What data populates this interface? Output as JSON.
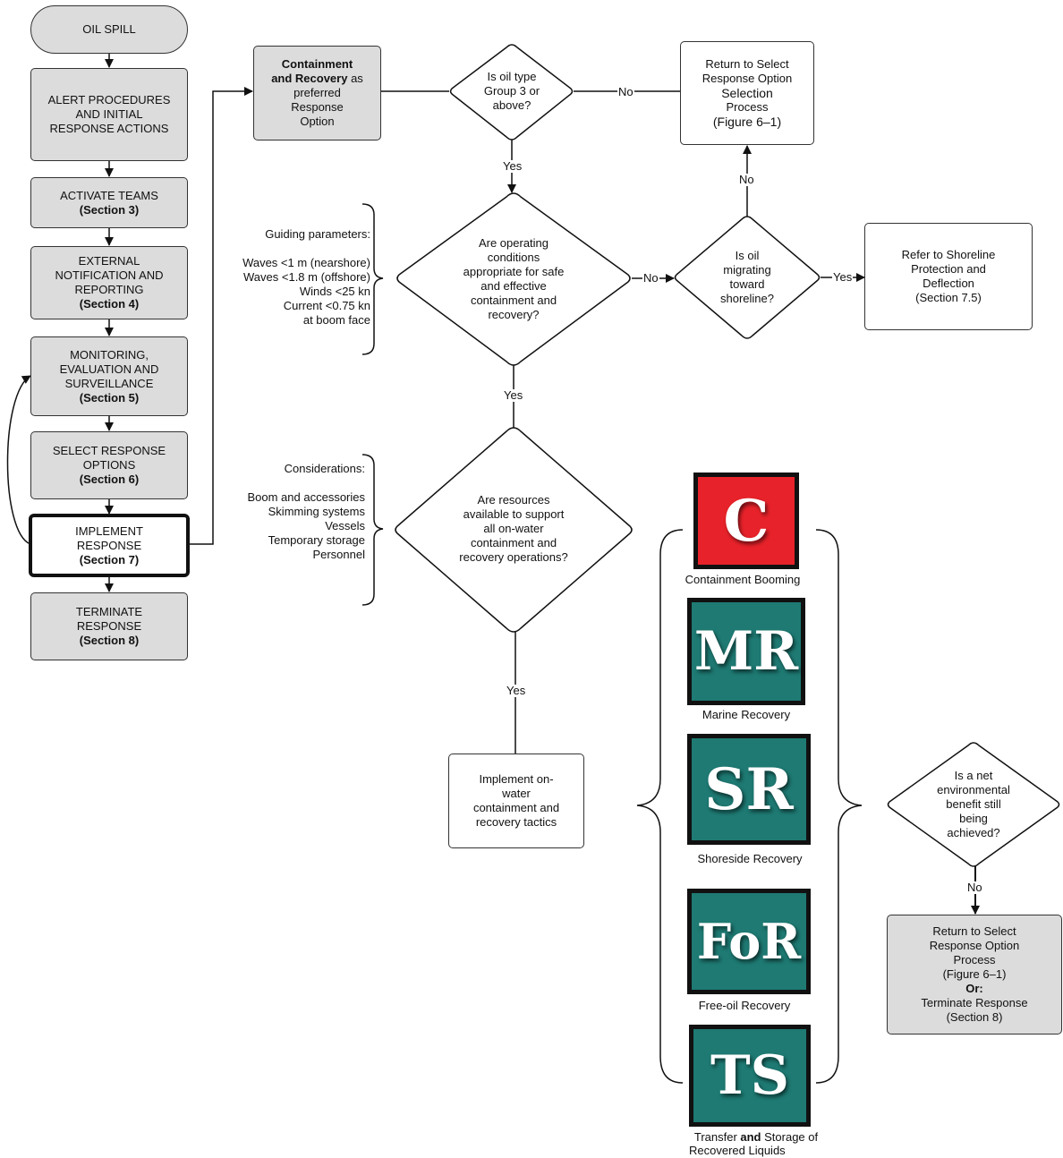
{
  "colors": {
    "grey_box": "#dcdcdc",
    "containment_red": "#e8222a",
    "teal": "#1e7a73"
  },
  "left_flow": {
    "oil_spill": "OIL SPILL",
    "alert": [
      "ALERT PROCEDURES",
      "AND  INITIAL",
      "RESPONSE ACTIONS"
    ],
    "activate": {
      "title": "ACTIVATE TEAMS",
      "section": "(Section 3)"
    },
    "external": {
      "lines": [
        "EXTERNAL",
        "NOTIFICATION AND",
        "REPORTING"
      ],
      "section": "(Section 4)"
    },
    "monitoring": {
      "lines": [
        "MONITORING,",
        "EVALUATION AND",
        "SURVEILLANCE"
      ],
      "section": "(Section 5)"
    },
    "select": {
      "lines": [
        "SELECT RESPONSE",
        "OPTIONS"
      ],
      "section": "(Section 6)"
    },
    "implement": {
      "lines": [
        "IMPLEMENT",
        "RESPONSE"
      ],
      "section": "(Section 7)"
    },
    "terminate": {
      "lines": [
        "TERMINATE",
        "RESPONSE"
      ],
      "section": "(Section 8)"
    }
  },
  "containment_box": {
    "bold1": "Containment",
    "bold2": "and Recovery",
    "rest2": " as",
    "lines": [
      "preferred",
      "Response",
      "Option"
    ]
  },
  "decision_oil_type": [
    "Is oil type",
    "Group 3 or",
    "above?"
  ],
  "return_select_top": [
    "Return to Select",
    "Response Option",
    "Selection",
    "Process",
    "(Figure 6–1)"
  ],
  "decision_operating": [
    "Are operating",
    "conditions",
    "appropriate for safe",
    "and effective",
    "containment and",
    "recovery?"
  ],
  "decision_migrating": [
    "Is oil",
    "migrating",
    "toward",
    "shoreline?"
  ],
  "shoreline_box": [
    "Refer to Shoreline",
    "Protection and",
    "Deflection",
    "(Section 7.5)"
  ],
  "guiding": {
    "title": "Guiding parameters:",
    "items": [
      "Waves <1 m (nearshore)",
      "Waves <1.8 m (offshore)",
      "Winds <25 kn",
      "Current <0.75 kn",
      "at boom face"
    ]
  },
  "considerations": {
    "title": "Considerations:",
    "items": [
      "Boom and accessories",
      "Skimming systems",
      "Vessels",
      "Temporary storage",
      "Personnel"
    ]
  },
  "decision_resources": [
    "Are resources",
    "available to support",
    "all on-water",
    "containment and",
    "recovery operations?"
  ],
  "implement_box": [
    "Implement on-",
    "water",
    "containment and",
    "recovery tactics"
  ],
  "decision_benefit": [
    "Is a net",
    "environmental",
    "benefit still",
    "being",
    "achieved?"
  ],
  "return_terminate": {
    "lines": [
      "Return to Select",
      "Response Option",
      "Process",
      "(Figure 6–1)"
    ],
    "or": "Or:",
    "tail": [
      "Terminate Response",
      "(Section 8)"
    ]
  },
  "labels": {
    "yes": "Yes",
    "no": "No"
  },
  "tiles": [
    {
      "code": "C",
      "caption": [
        "Containment Booming"
      ]
    },
    {
      "code": "MR",
      "caption": [
        "Marine Recovery"
      ]
    },
    {
      "code": "SR",
      "caption": [
        "Shoreside Recovery"
      ]
    },
    {
      "code": "FoR",
      "caption": [
        "Free-oil Recovery"
      ]
    },
    {
      "code": "TS",
      "caption_pre": "Transfer ",
      "caption_bold": "and",
      "caption_post": " Storage of",
      "caption2": "Recovered Liquids"
    }
  ]
}
